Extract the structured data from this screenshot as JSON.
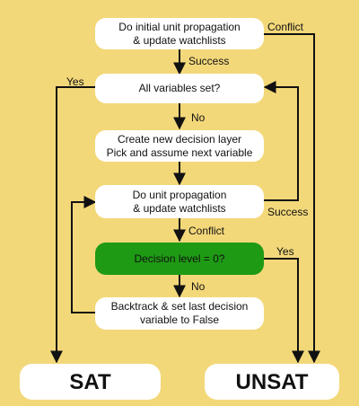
{
  "nodes": {
    "init_prop": [
      "Do initial unit propagation",
      "& update watchlists"
    ],
    "all_set": "All variables set?",
    "new_layer": [
      "Create new decision layer",
      "Pick and assume next variable"
    ],
    "unit_prop": [
      "Do unit propagation",
      "& update watchlists"
    ],
    "decision_level": "Decision level = 0?",
    "backtrack": [
      "Backtrack & set last decision",
      "variable to False"
    ],
    "sat": "SAT",
    "unsat": "UNSAT"
  },
  "edges": {
    "conflict_top": "Conflict",
    "success_top": "Success",
    "yes_left": "Yes",
    "no_1": "No",
    "success_right": "Success",
    "conflict_mid": "Conflict",
    "yes_right": "Yes",
    "no_2": "No"
  },
  "colors": {
    "background": "#f3d87a",
    "box": "#ffffff",
    "decision_box": "#1e9a14",
    "line": "#111111"
  }
}
